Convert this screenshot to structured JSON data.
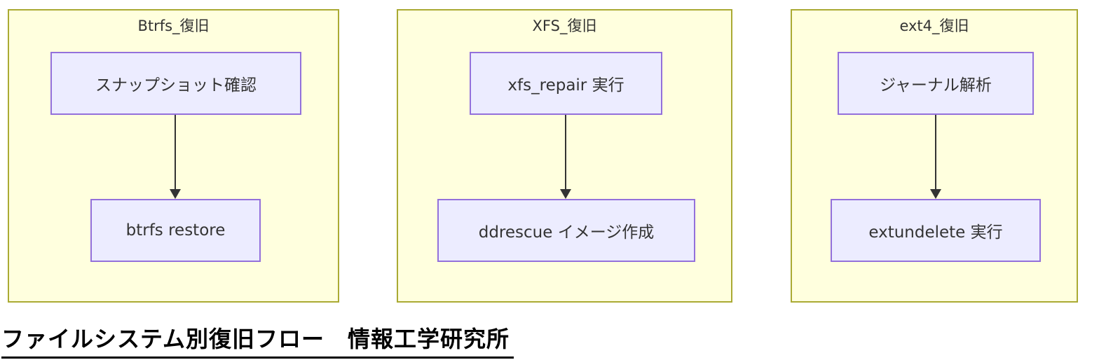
{
  "diagram": {
    "caption": "ファイルシステム別復旧フロー　情報工学研究所",
    "flows": [
      {
        "title": "Btrfs_復旧",
        "top_node": "スナップショット確認",
        "bottom_node": "btrfs restore"
      },
      {
        "title": "XFS_復旧",
        "top_node": "xfs_repair 実行",
        "bottom_node": "ddrescue イメージ作成"
      },
      {
        "title": "ext4_復旧",
        "top_node": "ジャーナル解析",
        "bottom_node": "extundelete 実行"
      }
    ],
    "colors": {
      "subgraph_fill": "#ffffde",
      "subgraph_border": "#aaaa33",
      "node_fill": "#ececff",
      "node_border": "#9370db",
      "edge": "#333333",
      "text": "#333333",
      "caption_text": "#000000"
    }
  }
}
